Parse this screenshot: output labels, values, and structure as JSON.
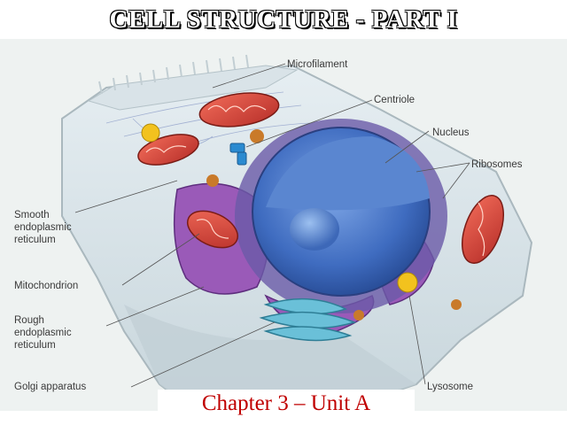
{
  "slide": {
    "title": "CELL STRUCTURE - PART I",
    "subtitle": "Chapter 3 – Unit A"
  },
  "diagram": {
    "labels": {
      "microfilament": "Microfilament",
      "centriole": "Centriole",
      "nucleus": "Nucleus",
      "ribosomes": "Ribosomes",
      "smooth_er": "Smooth\nendoplasmic\nreticulum",
      "mitochondrion": "Mitochondrion",
      "rough_er": "Rough\nendoplasmic\nreticulum",
      "golgi": "Golgi apparatus",
      "lysosome": "Lysosome"
    }
  },
  "colors": {
    "subtitle": "#c00000",
    "nucleus": "#4a78c8",
    "mitochondria": "#d8483c",
    "er": "#9a5ab8"
  }
}
